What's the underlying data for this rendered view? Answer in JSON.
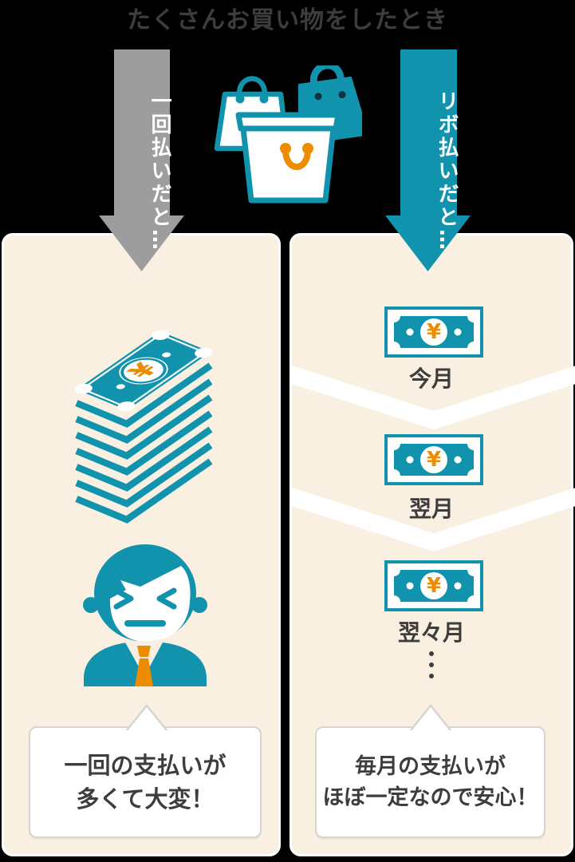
{
  "title": "たくさんお買い物をしたとき",
  "currency_symbol": "¥",
  "colors": {
    "teal": "#1193ae",
    "gray": "#9d9d9d",
    "orange": "#ee8c00",
    "panel_cream": "#faf0e1",
    "text_dark": "#3d3d3d",
    "background": "#000000",
    "bubble_border": "#d5d5d2"
  },
  "icons": {
    "shopping_bags": "shopping-bags-icon",
    "down_arrow_left": "gray-down-arrow-icon",
    "down_arrow_right": "teal-down-arrow-icon",
    "money_stack": "money-stack-icon",
    "stressed_man": "stressed-man-icon",
    "yen_bill": "yen-bill-icon",
    "vertical_ellipsis": "vertical-ellipsis-icon"
  },
  "left_column": {
    "arrow_label": "一回払いだと…",
    "bubble": {
      "line1": "一回の支払いが",
      "line2": "多くて大変！"
    }
  },
  "right_column": {
    "arrow_label": "リボ払いだと…",
    "months": [
      {
        "label": "今月"
      },
      {
        "label": "翌月"
      },
      {
        "label": "翌々月"
      }
    ],
    "bubble": {
      "line1": "毎月の支払いが",
      "line2": "ほぼ一定なので安心！"
    }
  }
}
